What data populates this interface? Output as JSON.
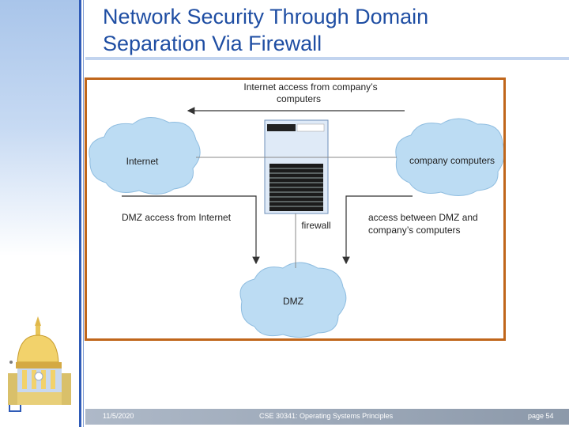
{
  "slide": {
    "title_line1": "Network Security Through Domain",
    "title_line2": "Separation Via Firewall"
  },
  "diagram": {
    "top_arrow_label_line1": "Internet access from company’s",
    "top_arrow_label_line2": "computers",
    "internet_label": "Internet",
    "company_label": "company computers",
    "dmz_access_label": "DMZ access from Internet",
    "firewall_label": "firewall",
    "access_between_line1": "access between DMZ and",
    "access_between_line2": "company’s computers",
    "dmz_label": "DMZ"
  },
  "footer": {
    "date": "11/5/2020",
    "course": "CSE 30341: Operating Systems Principles",
    "page": "page 54"
  },
  "colors": {
    "cloud_fill": "#bcdcf3",
    "frame_border": "#c0661b",
    "title_text": "#1f4ea3"
  }
}
